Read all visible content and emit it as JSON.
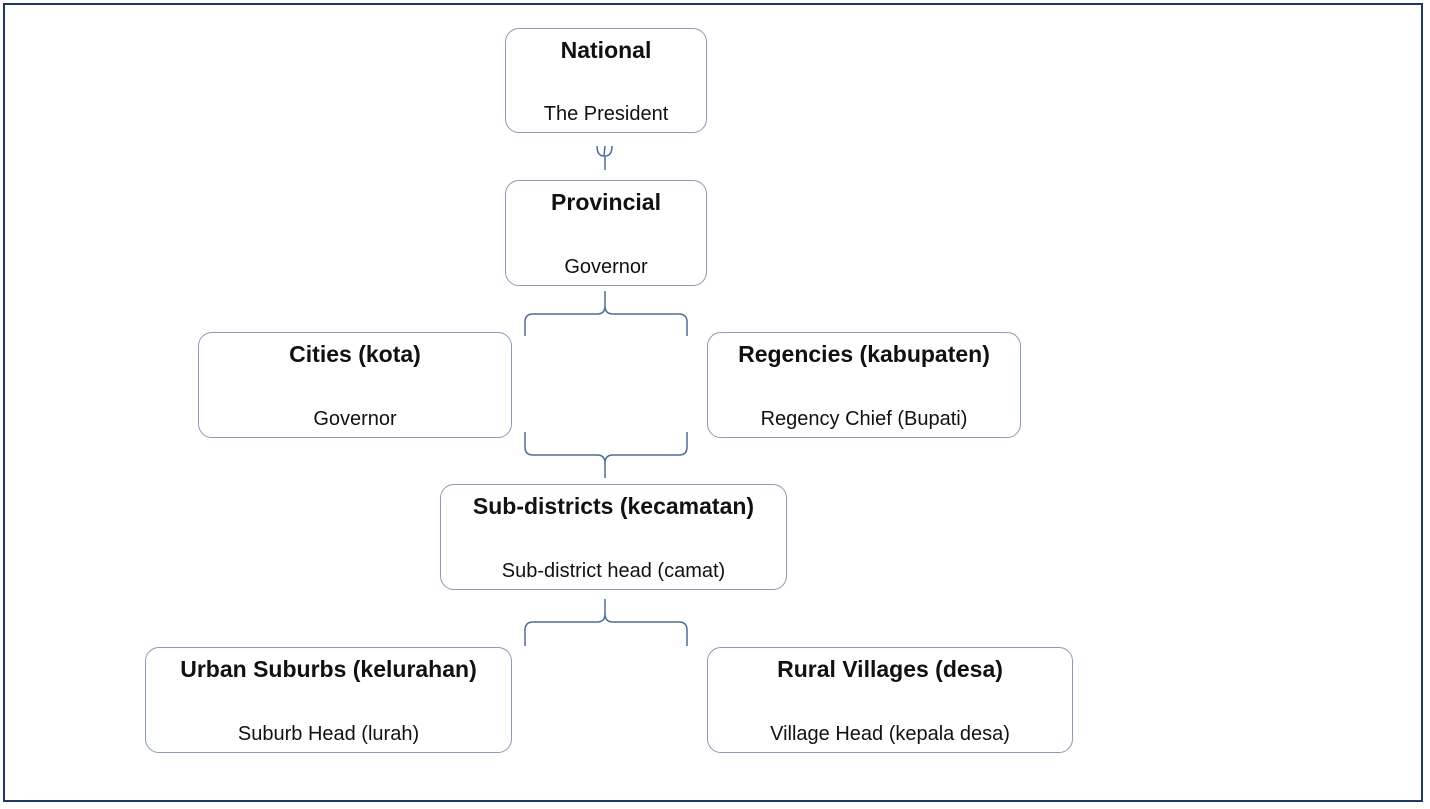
{
  "levels": {
    "national": {
      "title": "National",
      "role": "The President"
    },
    "provincial": {
      "title": "Provincial",
      "role": "Governor"
    },
    "cities": {
      "title": "Cities (kota)",
      "role": "Governor"
    },
    "regencies": {
      "title": "Regencies (kabupaten)",
      "role": "Regency Chief (Bupati)"
    },
    "subdistricts": {
      "title": "Sub-districts (kecamatan)",
      "role": "Sub-district head (camat)"
    },
    "suburbs": {
      "title": "Urban Suburbs (kelurahan)",
      "role": "Suburb Head (lurah)"
    },
    "villages": {
      "title": "Rural Villages (desa)",
      "role": "Village Head (kepala desa)"
    }
  },
  "colors": {
    "frame": "#1f3864",
    "box_border": "#8a9bb5",
    "connector": "#4f6d94"
  }
}
